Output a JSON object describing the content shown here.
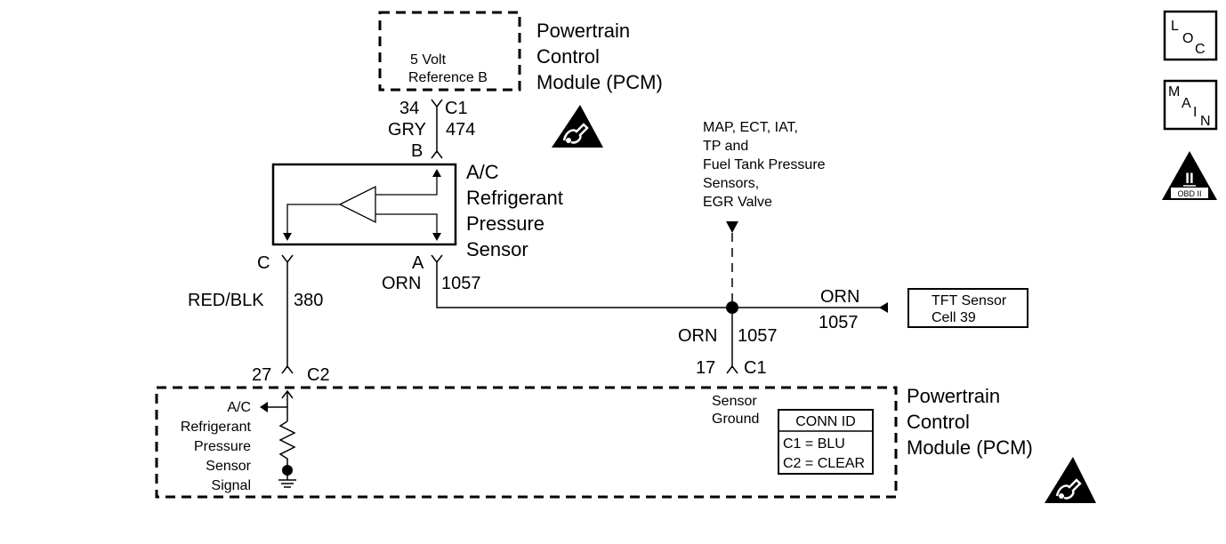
{
  "pcm_top": {
    "inner_label_lines": [
      "5 Volt",
      "Reference B"
    ],
    "title_lines": [
      "Powertrain",
      "Control",
      "Module (PCM)"
    ]
  },
  "connector_b": {
    "pin_num": "34",
    "connector": "C1",
    "wire_color": "GRY",
    "circuit": "474",
    "sensor_pin": "B"
  },
  "sensor": {
    "title_lines": [
      "A/C",
      "Refrigerant",
      "Pressure",
      "Sensor"
    ]
  },
  "pin_c": {
    "pin": "C",
    "wire_color": "RED/BLK",
    "circuit": "380"
  },
  "pin_a": {
    "pin": "A",
    "wire_color": "ORN",
    "circuit": "1057"
  },
  "shared_ground": {
    "note_lines": [
      "MAP, ECT, IAT,",
      "TP and",
      "Fuel Tank Pressure",
      "Sensors,",
      "EGR Valve"
    ]
  },
  "tft_wire": {
    "wire_color": "ORN",
    "circuit": "1057"
  },
  "tft_box": {
    "label_lines": [
      "TFT Sensor",
      "Cell 39"
    ]
  },
  "ground_branch": {
    "wire_color": "ORN",
    "circuit": "1057",
    "pin_num": "17",
    "connector": "C1",
    "label_lines": [
      "Sensor",
      "Ground"
    ]
  },
  "pin_27": {
    "pin_num": "27",
    "connector": "C2"
  },
  "pcm_bottom": {
    "signal_label_lines": [
      "A/C",
      "Refrigerant",
      "Pressure",
      "Sensor",
      "Signal"
    ],
    "title_lines": [
      "Powertrain",
      "Control",
      "Module (PCM)"
    ]
  },
  "conn_id": {
    "header": "CONN ID",
    "rows": [
      "C1 = BLU",
      "C2 = CLEAR"
    ]
  },
  "side_icons": {
    "loc": {
      "big": "L",
      "mid": "O",
      "small": "C"
    },
    "main": {
      "letters": [
        "M",
        "A",
        "I",
        "N"
      ]
    },
    "obd": {
      "symbol": "II",
      "label": "OBD II"
    }
  },
  "esd_icon": "esd-warning-icon"
}
